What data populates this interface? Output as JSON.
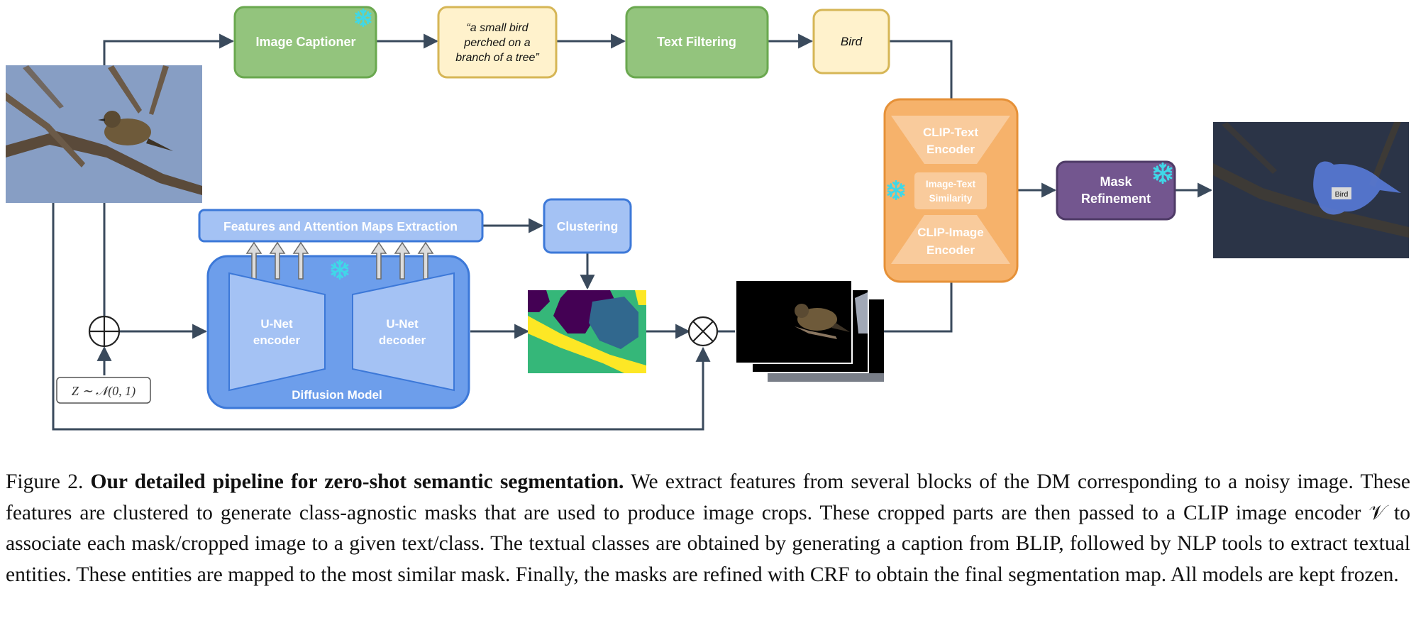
{
  "diagram": {
    "image_captioner": "Image Captioner",
    "caption_line1": "“a small bird",
    "caption_line2": "perched on a",
    "caption_line3": "branch of a tree”",
    "text_filtering": "Text Filtering",
    "class_word": "Bird",
    "clip_text_line1": "CLIP-Text",
    "clip_text_line2": "Encoder",
    "similarity_line1": "Image-Text",
    "similarity_line2": "Similarity",
    "clip_image_line1": "CLIP-Image",
    "clip_image_line2": "Encoder",
    "mask_refinement_line1": "Mask",
    "mask_refinement_line2": "Refinement",
    "output_tag": "Bird",
    "features_extraction": "Features and Attention Maps Extraction",
    "clustering": "Clustering",
    "unet_encoder_line1": "U-Net",
    "unet_encoder_line2": "encoder",
    "unet_decoder_line1": "U-Net",
    "unet_decoder_line2": "decoder",
    "diffusion_model": "Diffusion Model",
    "noise_label": "Z ∼ 𝒩(0, 1)"
  },
  "caption": {
    "figure_label": "Figure 2.",
    "lead": "Our detailed pipeline for zero-shot semantic segmentation.",
    "body": "We extract features from several blocks of the DM corresponding to a noisy image. These features are clustered to generate class-agnostic masks that are used to produce image crops. These cropped parts are then passed to a CLIP image encoder 𝒱 to associate each mask/cropped image to a given text/class. The textual classes are obtained by generating a caption from BLIP, followed by NLP tools to extract textual entities. These entities are mapped to the most similar mask. Finally, the masks are refined with CRF to obtain the final segmentation map. All models are kept frozen."
  },
  "colors": {
    "arrow": "#3a4a5c",
    "green": "#93c47d",
    "yellow_note": "#fff2cc",
    "orange": "#f6b26b",
    "purple": "#73568f",
    "blue_dark": "#6d9eeb",
    "blue_light": "#a4c2f4",
    "snowflake": "#3fd8e8"
  }
}
